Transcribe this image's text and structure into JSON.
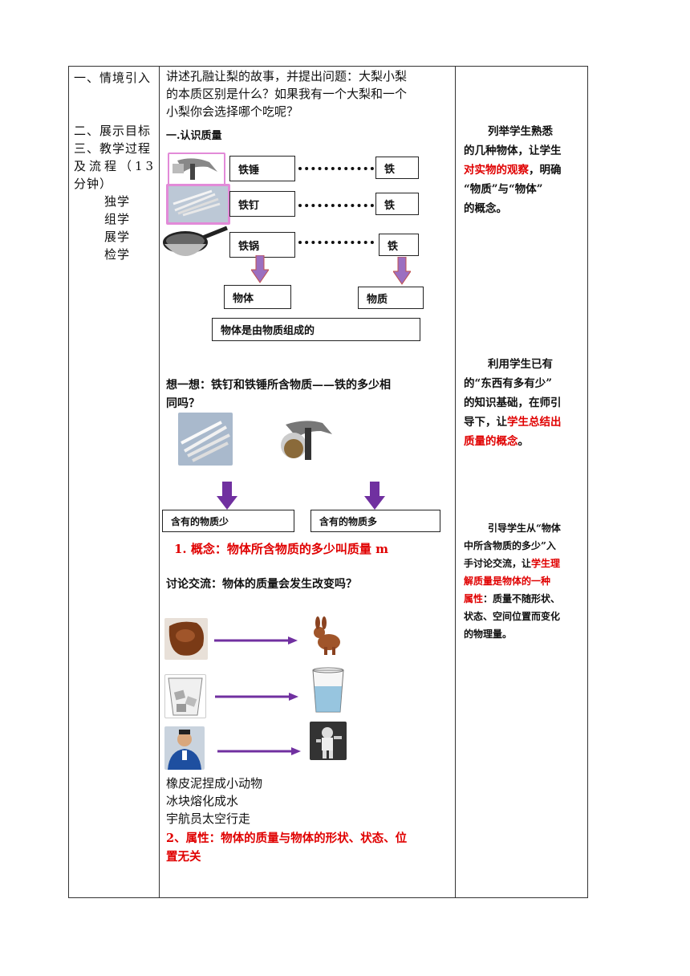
{
  "left_col": {
    "section1": "一、情境引入",
    "section2": "二、展示目标",
    "section3": "三、教学过程",
    "section3_cont": "及流程（13",
    "section3_cont2": "分钟）",
    "step1": "独学",
    "step2": "组学",
    "step3": "展学",
    "step4": "检学"
  },
  "main": {
    "intro_line1": "讲述孔融让梨的故事，并提出问题：大梨小梨",
    "intro_line2": "的本质区别是什么？如果我有一个大梨和一个",
    "intro_line3": "小梨你会选择哪个吃呢？",
    "heading1": "一.认识质量",
    "objects": [
      "铁锤",
      "铁钉",
      "铁锅"
    ],
    "materials": [
      "铁",
      "铁",
      "铁"
    ],
    "object_label": "物体",
    "matter_label": "物质",
    "conclusion": "物体是由物质组成的",
    "think_line1": "想一想：铁钉和铁锤所含物质——铁的多少相",
    "think_line2": "同吗？",
    "less_label": "含有的物质少",
    "more_label": "含有的物质多",
    "concept": "1. 概念：物体所含物质的多少叫质量 m",
    "discuss": "讨论交流：物体的质量会发生改变吗？",
    "example1": "橡皮泥捏成小动物",
    "example2": "冰块熔化成水",
    "example3": "宇航员太空行走",
    "property_line1": "2、属性：物体的质量与物体的形状、状态、位",
    "property_line2": "置无关"
  },
  "notes": {
    "n1_l1": "列举学生熟悉",
    "n1_l2_a": "的几种物体，让学生",
    "n1_l3_red": "对实物的观察",
    "n1_l3_b": "，明确",
    "n1_l4": "“物质”与“物体”",
    "n1_l5": "的概念。",
    "n2_l1": "利用学生已有",
    "n2_l2": "的“东西有多有少”",
    "n2_l3": "的知识基础，在师引",
    "n2_l4_a": "导下，让",
    "n2_l4_red": "学生总结出",
    "n2_l5_red": "质量的概念",
    "n2_l5_b": "。",
    "n3_l1": "引导学生从“物体",
    "n3_l2": "中所含物质的多少”入",
    "n3_l3_a": "手讨论交流，让",
    "n3_l3_red": "学生理",
    "n3_l4_red": "解质量是物体的一种",
    "n3_l5_red": "属性",
    "n3_l5_b": "：质量不随形状、",
    "n3_l6": "状态、空间位置而变化",
    "n3_l7": "的物理量。"
  },
  "colors": {
    "red": "#e00000",
    "arrow_purple": "#7030a0",
    "arrow_light": "#9b6fc0"
  }
}
